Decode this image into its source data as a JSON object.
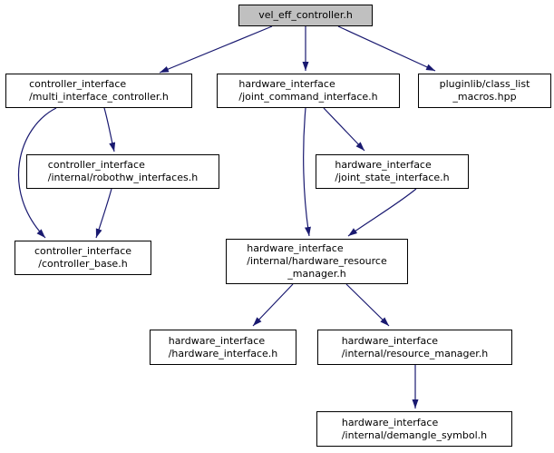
{
  "title": "Include dependency graph for vel_eff_controller.h",
  "colors": {
    "edge": "#191970",
    "node_border": "#000000",
    "root_node_fill": "#c0c0c0",
    "node_fill": "#ffffff",
    "background": "#ffffff",
    "text": "#000000"
  },
  "graph": {
    "nodes": [
      {
        "id": "vel_eff_controller",
        "label": "vel_eff_controller.h",
        "lines": [
          "vel_eff_controller.h"
        ]
      },
      {
        "id": "multi_interface_controller",
        "label": "controller_interface/multi_interface_controller.h",
        "lines": [
          "controller_interface",
          "/multi_interface_controller.h"
        ]
      },
      {
        "id": "joint_command_interface",
        "label": "hardware_interface/joint_command_interface.h",
        "lines": [
          "hardware_interface",
          "/joint_command_interface.h"
        ]
      },
      {
        "id": "class_list_macros",
        "label": "pluginlib/class_list_macros.hpp",
        "lines": [
          "pluginlib/class_list",
          "_macros.hpp"
        ]
      },
      {
        "id": "robothw_interfaces",
        "label": "controller_interface/internal/robothw_interfaces.h",
        "lines": [
          "controller_interface",
          "/internal/robothw_interfaces.h"
        ]
      },
      {
        "id": "joint_state_interface",
        "label": "hardware_interface/joint_state_interface.h",
        "lines": [
          "hardware_interface",
          "/joint_state_interface.h"
        ]
      },
      {
        "id": "controller_base",
        "label": "controller_interface/controller_base.h",
        "lines": [
          "controller_interface",
          "/controller_base.h"
        ]
      },
      {
        "id": "hardware_resource_manager",
        "label": "hardware_interface/internal/hardware_resource_manager.h",
        "lines": [
          "hardware_interface",
          "/internal/hardware_resource",
          "_manager.h"
        ]
      },
      {
        "id": "hardware_interface",
        "label": "hardware_interface/hardware_interface.h",
        "lines": [
          "hardware_interface",
          "/hardware_interface.h"
        ]
      },
      {
        "id": "resource_manager",
        "label": "hardware_interface/internal/resource_manager.h",
        "lines": [
          "hardware_interface",
          "/internal/resource_manager.h"
        ]
      },
      {
        "id": "demangle_symbol",
        "label": "hardware_interface/internal/demangle_symbol.h",
        "lines": [
          "hardware_interface",
          "/internal/demangle_symbol.h"
        ]
      }
    ],
    "edges": [
      {
        "from": "vel_eff_controller.h",
        "to": "controller_interface/multi_interface_controller.h"
      },
      {
        "from": "vel_eff_controller.h",
        "to": "hardware_interface/joint_command_interface.h"
      },
      {
        "from": "vel_eff_controller.h",
        "to": "pluginlib/class_list_macros.hpp"
      },
      {
        "from": "controller_interface/multi_interface_controller.h",
        "to": "controller_interface/internal/robothw_interfaces.h"
      },
      {
        "from": "controller_interface/multi_interface_controller.h",
        "to": "controller_interface/controller_base.h"
      },
      {
        "from": "controller_interface/internal/robothw_interfaces.h",
        "to": "controller_interface/controller_base.h"
      },
      {
        "from": "hardware_interface/joint_command_interface.h",
        "to": "hardware_interface/joint_state_interface.h"
      },
      {
        "from": "hardware_interface/joint_command_interface.h",
        "to": "hardware_interface/internal/hardware_resource_manager.h"
      },
      {
        "from": "hardware_interface/joint_state_interface.h",
        "to": "hardware_interface/internal/hardware_resource_manager.h"
      },
      {
        "from": "hardware_interface/internal/hardware_resource_manager.h",
        "to": "hardware_interface/hardware_interface.h"
      },
      {
        "from": "hardware_interface/internal/hardware_resource_manager.h",
        "to": "hardware_interface/internal/resource_manager.h"
      },
      {
        "from": "hardware_interface/internal/resource_manager.h",
        "to": "hardware_interface/internal/demangle_symbol.h"
      }
    ]
  }
}
